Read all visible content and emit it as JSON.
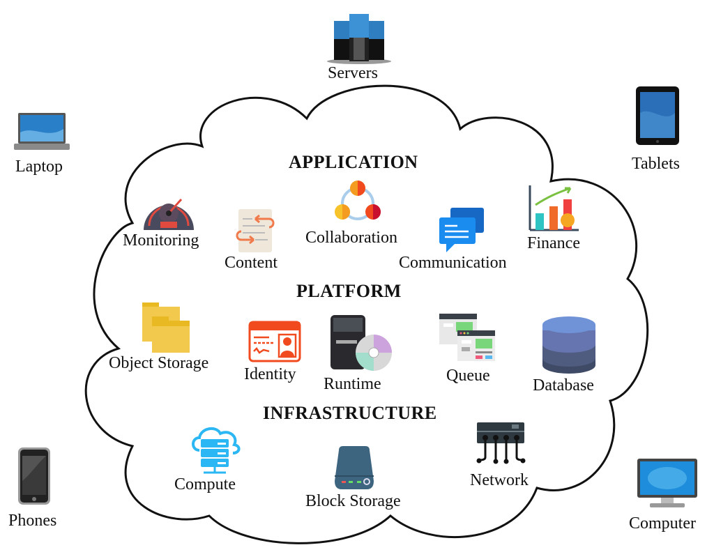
{
  "diagram": {
    "type": "cloud-computing-overview",
    "sections": {
      "application": "APPLICATION",
      "platform": "PLATFORM",
      "infrastructure": "INFRASTRUCTURE"
    },
    "application_services": [
      {
        "label": "Monitoring",
        "icon": "speedometer-icon"
      },
      {
        "label": "Content",
        "icon": "document-sync-icon"
      },
      {
        "label": "Collaboration",
        "icon": "collaboration-icon"
      },
      {
        "label": "Communication",
        "icon": "chat-bubbles-icon"
      },
      {
        "label": "Finance",
        "icon": "finance-chart-icon"
      }
    ],
    "platform_services": [
      {
        "label": "Object Storage",
        "icon": "folders-icon"
      },
      {
        "label": "Identity",
        "icon": "id-card-icon"
      },
      {
        "label": "Runtime",
        "icon": "server-disc-icon"
      },
      {
        "label": "Queue",
        "icon": "queue-windows-icon"
      },
      {
        "label": "Database",
        "icon": "database-icon"
      }
    ],
    "infrastructure_services": [
      {
        "label": "Compute",
        "icon": "cloud-server-icon"
      },
      {
        "label": "Block Storage",
        "icon": "hard-drive-icon"
      },
      {
        "label": "Network",
        "icon": "network-switch-icon"
      }
    ],
    "clients": [
      {
        "label": "Servers",
        "icon": "servers-icon"
      },
      {
        "label": "Laptop",
        "icon": "laptop-icon"
      },
      {
        "label": "Tablets",
        "icon": "tablet-icon"
      },
      {
        "label": "Phones",
        "icon": "phone-icon"
      },
      {
        "label": "Computer",
        "icon": "computer-icon"
      }
    ],
    "colors": {
      "cloud_outline": "#111111",
      "monitoring_dark": "#4a4a5e",
      "monitoring_accent": "#e04a3f",
      "content_orange": "#f07a4c",
      "communication_blue": "#1a8cf0",
      "folder_yellow": "#f2c94c",
      "identity_red": "#f04a1e",
      "database_top": "#6f93d6",
      "database_bottom": "#3f4a66",
      "compute_cyan": "#2bb7f3",
      "block_storage_slate": "#3e6580",
      "network_dark": "#2e3a40"
    }
  }
}
